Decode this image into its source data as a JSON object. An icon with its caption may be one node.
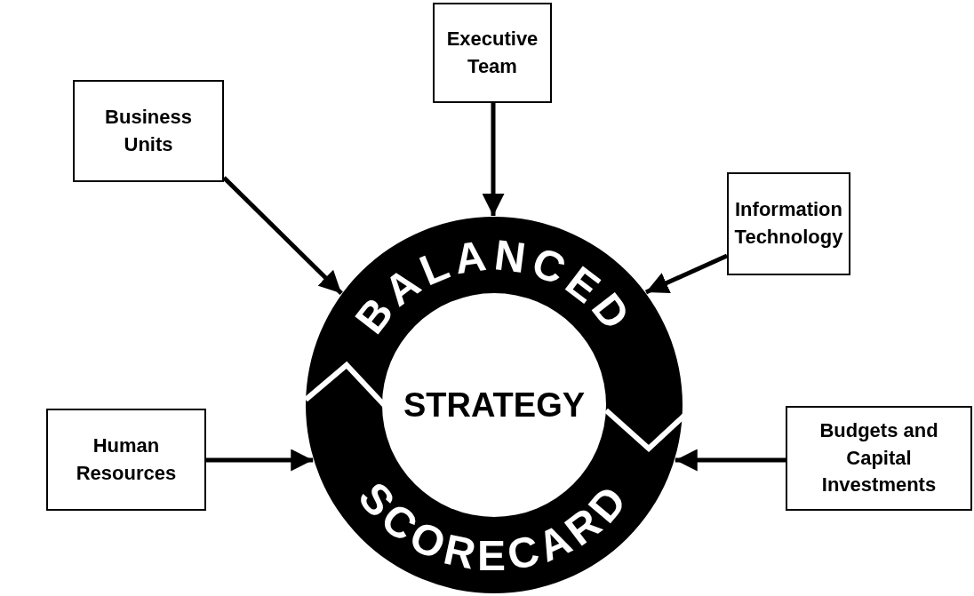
{
  "diagram": {
    "nodes": [
      {
        "text": [
          "Executive Team"
        ]
      },
      {
        "text": [
          "Business Units"
        ]
      },
      {
        "text": [
          "Information Technology"
        ]
      },
      {
        "text": [
          "Human Resources"
        ]
      },
      {
        "text": [
          "Budgets and Capital Investments"
        ]
      },
      {
        "text": [
          "BALANCED",
          "STRATEGY",
          "SCORECARD"
        ]
      }
    ],
    "edges": [
      {
        "from": 0,
        "to": 5,
        "arrow": "to"
      },
      {
        "from": 1,
        "to": 5,
        "arrow": "to"
      },
      {
        "from": 2,
        "to": 5,
        "arrow": "to"
      },
      {
        "from": 3,
        "to": 5,
        "arrow": "to"
      },
      {
        "from": 4,
        "to": 5,
        "arrow": "to"
      }
    ]
  }
}
